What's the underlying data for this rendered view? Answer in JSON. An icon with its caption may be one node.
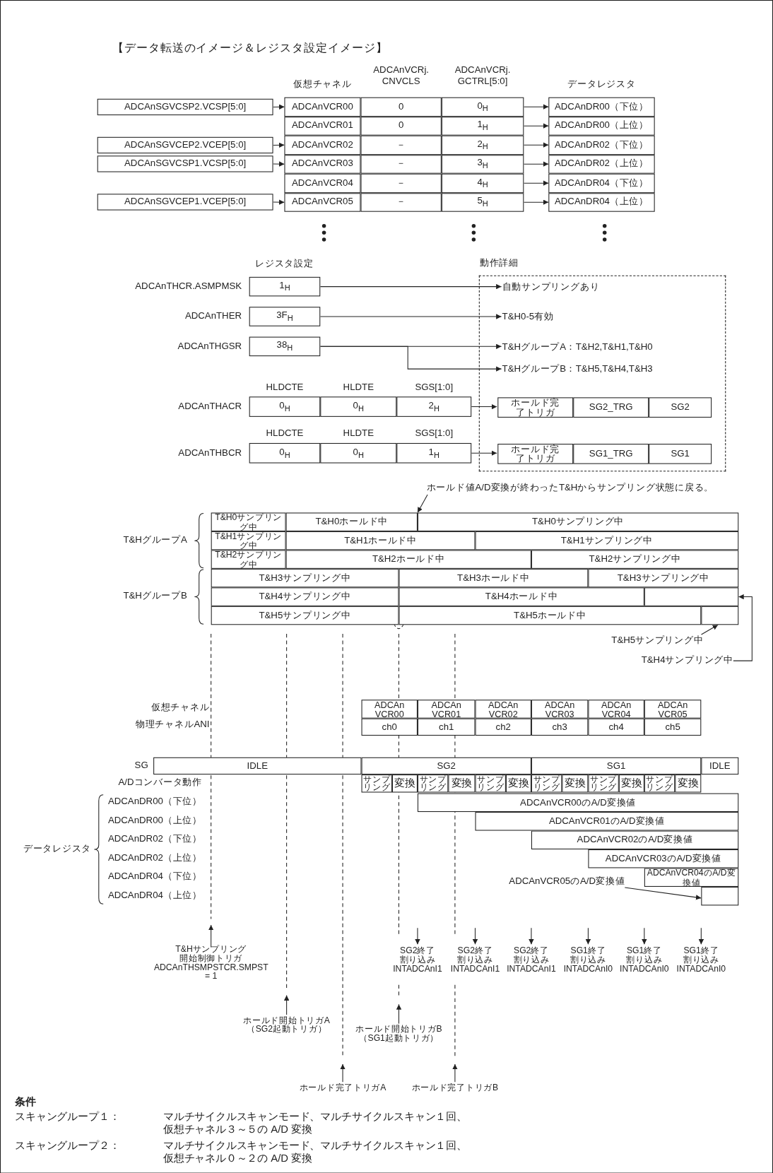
{
  "diagram": {
    "title": "【データ転送のイメージ＆レジスタ設定イメージ】",
    "nodes": [
      {
        "text": [
          "ADCAnSGVCSP2.VCSP[5:0]"
        ]
      },
      {
        "text": [
          "ADCAnSGVCEP2.VCEP[5:0]"
        ]
      },
      {
        "text": [
          "ADCAnSGVCSP1.VCSP[5:0]"
        ]
      },
      {
        "text": [
          "ADCAnSGVCEP1.VCEP[5:0]"
        ]
      },
      {
        "text": [
          "ADCAnVCR00"
        ]
      },
      {
        "text": [
          "0"
        ]
      },
      {
        "text": [
          "0$_{H}$"
        ]
      },
      {
        "text": [
          "ADCAnVCR01"
        ]
      },
      {
        "text": [
          "0"
        ]
      },
      {
        "text": [
          "1$_{H}$"
        ]
      },
      {
        "text": [
          "ADCAnVCR02"
        ]
      },
      {
        "text": [
          "－"
        ]
      },
      {
        "text": [
          "2$_{H}$"
        ]
      },
      {
        "text": [
          "ADCAnVCR03"
        ]
      },
      {
        "text": [
          "－"
        ]
      },
      {
        "text": [
          "3$_{H}$"
        ]
      },
      {
        "text": [
          "ADCAnVCR04"
        ]
      },
      {
        "text": [
          "－"
        ]
      },
      {
        "text": [
          "4$_{H}$"
        ]
      },
      {
        "text": [
          "ADCAnVCR05"
        ]
      },
      {
        "text": [
          "－"
        ]
      },
      {
        "text": [
          "5$_{H}$"
        ]
      },
      {
        "text": [
          "ADCAnDR00（下位）"
        ]
      },
      {
        "text": [
          "ADCAnDR00（上位）"
        ]
      },
      {
        "text": [
          "ADCAnDR02（下位）"
        ]
      },
      {
        "text": [
          "ADCAnDR02（上位）"
        ]
      },
      {
        "text": [
          "ADCAnDR04（下位）"
        ]
      },
      {
        "text": [
          "ADCAnDR04（上位）"
        ]
      },
      {
        "text": [
          "1$_{H}$"
        ],
        "beside": [
          "ADCAnTHCR.ASMPMSK"
        ]
      },
      {
        "text": [
          "3F$_{H}$"
        ],
        "beside": [
          "ADCAnTHER"
        ]
      },
      {
        "text": [
          "38$_{H}$"
        ],
        "beside": [
          "ADCAnTHGSR"
        ]
      },
      {
        "text": [
          "0$_{H}$"
        ],
        "beside": [
          "ADCAnTHACR"
        ]
      },
      {
        "text": [
          "0$_{H}$"
        ]
      },
      {
        "text": [
          "2$_{H}$"
        ]
      },
      {
        "text": [
          "0$_{H}$"
        ],
        "beside": [
          "ADCAnTHBCR"
        ]
      },
      {
        "text": [
          "0$_{H}$"
        ]
      },
      {
        "text": [
          "1$_{H}$"
        ]
      },
      {
        "text": [
          "動作詳細"
        ]
      },
      {
        "text": [
          "自動サンプリングあり"
        ],
        "in": 37
      },
      {
        "text": [
          "T&H0-5有効"
        ],
        "in": 37
      },
      {
        "text": [
          "T&HグループA：T&H2,T&H1,T&H0"
        ],
        "in": 37
      },
      {
        "text": [
          "T&HグループB：T&H5,T&H4,T&H3"
        ],
        "in": 37
      },
      {
        "text": [
          "ホールド完了トリガ"
        ],
        "in": 37
      },
      {
        "text": [
          "SG2_TRG"
        ],
        "in": 37
      },
      {
        "text": [
          "SG2"
        ],
        "in": 37
      },
      {
        "text": [
          "ホールド完了トリガ"
        ],
        "in": 37
      },
      {
        "text": [
          "SG1_TRG"
        ],
        "in": 37
      },
      {
        "text": [
          "SG1"
        ],
        "in": 37
      },
      {
        "text": [
          "ホールド値A/D変換が終わったT&Hからサンプリング状態に戻る。"
        ]
      },
      {
        "text": [
          "T&H0サンプリング中"
        ]
      },
      {
        "text": [
          "T&H0ホールド中"
        ]
      },
      {
        "text": [
          "T&H0サンプリング中"
        ]
      },
      {
        "text": [
          "T&H1サンプリング中"
        ]
      },
      {
        "text": [
          "T&H1ホールド中"
        ]
      },
      {
        "text": [
          "T&H1サンプリング中"
        ]
      },
      {
        "text": [
          "T&H2サンプリング中"
        ]
      },
      {
        "text": [
          "T&H2ホールド中"
        ]
      },
      {
        "text": [
          "T&H2サンプリング中"
        ]
      },
      {
        "text": [
          "T&H3サンプリング中"
        ]
      },
      {
        "text": [
          "T&H3ホールド中"
        ]
      },
      {
        "text": [
          "T&H3サンプリング中"
        ]
      },
      {
        "text": [
          "T&H4サンプリング中"
        ]
      },
      {
        "text": [
          "T&H4ホールド中"
        ]
      },
      {
        "text": [],
        "shape": "box"
      },
      {
        "text": [
          "T&H5サンプリング中"
        ]
      },
      {
        "text": [
          "T&H5ホールド中"
        ]
      },
      {
        "text": [],
        "shape": "box"
      },
      {
        "text": [
          "T&H4サンプリング中"
        ]
      },
      {
        "text": [
          "T&H5サンプリング中"
        ]
      },
      {
        "text": [
          "ADCAn VCR00"
        ]
      },
      {
        "text": [
          "ADCAn VCR01"
        ]
      },
      {
        "text": [
          "ADCAn VCR02"
        ]
      },
      {
        "text": [
          "ADCAn VCR03"
        ]
      },
      {
        "text": [
          "ADCAn VCR04"
        ]
      },
      {
        "text": [
          "ADCAn VCR05"
        ]
      },
      {
        "text": [
          "ch0"
        ]
      },
      {
        "text": [
          "ch1"
        ]
      },
      {
        "text": [
          "ch2"
        ]
      },
      {
        "text": [
          "ch3"
        ]
      },
      {
        "text": [
          "ch4"
        ]
      },
      {
        "text": [
          "ch5"
        ]
      },
      {
        "text": [
          "IDLE"
        ]
      },
      {
        "text": [
          "SG2"
        ]
      },
      {
        "text": [
          "SG1"
        ]
      },
      {
        "text": [
          "IDLE"
        ]
      },
      {
        "text": [
          "サンプリング"
        ]
      },
      {
        "text": [
          "変換"
        ]
      },
      {
        "text": [
          "サンプリング"
        ]
      },
      {
        "text": [
          "変換"
        ]
      },
      {
        "text": [
          "サンプリング"
        ]
      },
      {
        "text": [
          "変換"
        ]
      },
      {
        "text": [
          "サンプリング"
        ]
      },
      {
        "text": [
          "変換"
        ]
      },
      {
        "text": [
          "サンプリング"
        ]
      },
      {
        "text": [
          "変換"
        ]
      },
      {
        "text": [
          "サンプリング"
        ]
      },
      {
        "text": [
          "変換"
        ]
      },
      {
        "text": [
          "ADCAnVCR00のA/D変換値"
        ]
      },
      {
        "text": [
          "ADCAnVCR01のA/D変換値"
        ]
      },
      {
        "text": [
          "ADCAnVCR02のA/D変換値"
        ]
      },
      {
        "text": [
          "ADCAnVCR03のA/D変換値"
        ]
      },
      {
        "text": [
          "ADCAnVCR04のA/D変換値"
        ]
      },
      {
        "text": [],
        "shape": "box"
      },
      {
        "text": [
          "ADCAnVCR05のA/D変換値"
        ]
      },
      {
        "text": [
          "T&Hサンプリング開始制御トリガ",
          "ADCAnTHSMPSTCR.SMPST = 1"
        ]
      },
      {
        "text": [
          "SG2終了割り込み",
          "INTADCAnI1"
        ]
      },
      {
        "text": [
          "SG2終了割り込み",
          "INTADCAnI1"
        ]
      },
      {
        "text": [
          "SG2終了割り込み",
          "INTADCAnI1"
        ]
      },
      {
        "text": [
          "SG1終了割り込み",
          "INTADCAnI0"
        ]
      },
      {
        "text": [
          "SG1終了割り込み",
          "INTADCAnI0"
        ]
      },
      {
        "text": [
          "SG1終了割り込み",
          "INTADCAnI0"
        ]
      },
      {
        "text": [
          "ホールド開始トリガA",
          "（SG2起動トリガ）"
        ]
      },
      {
        "text": [
          "ホールド開始トリガB",
          "（SG1起動トリガ）"
        ]
      },
      {
        "text": [
          "ホールド完了トリガA"
        ]
      },
      {
        "text": [
          "ホールド完了トリガB"
        ]
      }
    ],
    "edges": [
      {
        "from": 0,
        "to": 4,
        "arrow": "to"
      },
      {
        "from": 1,
        "to": 10,
        "arrow": "to"
      },
      {
        "from": 2,
        "to": 13,
        "arrow": "to"
      },
      {
        "from": 3,
        "to": 19,
        "arrow": "to"
      },
      {
        "from": 6,
        "to": 22,
        "arrow": "to"
      },
      {
        "from": 9,
        "to": 23,
        "arrow": "to"
      },
      {
        "from": 12,
        "to": 24,
        "arrow": "to"
      },
      {
        "from": 15,
        "to": 25,
        "arrow": "to"
      },
      {
        "from": 18,
        "to": 26,
        "arrow": "to"
      },
      {
        "from": 21,
        "to": 27,
        "arrow": "to"
      },
      {
        "from": 28,
        "to": 38,
        "arrow": "to"
      },
      {
        "from": 29,
        "to": 39,
        "arrow": "to"
      },
      {
        "from": 30,
        "to": 40,
        "arrow": "to"
      },
      {
        "from": 30,
        "to": 41,
        "arrow": "to"
      },
      {
        "from": 33,
        "to": 42,
        "arrow": "to"
      },
      {
        "from": 36,
        "to": 45,
        "arrow": "to"
      },
      {
        "from": 48,
        "to": 51,
        "arrow": "to"
      },
      {
        "from": 67,
        "to": 63,
        "arrow": "to"
      },
      {
        "from": 68,
        "to": 66,
        "arrow": "to"
      },
      {
        "from": 103,
        "to": 102,
        "arrow": "to"
      },
      {
        "from": 104,
        "to": null,
        "arrow": "to"
      },
      {
        "from": null,
        "to": 105,
        "arrow": "to"
      },
      {
        "from": null,
        "to": 106,
        "arrow": "to"
      },
      {
        "from": null,
        "to": 107,
        "arrow": "to"
      },
      {
        "from": null,
        "to": 108,
        "arrow": "to"
      },
      {
        "from": null,
        "to": 109,
        "arrow": "to"
      },
      {
        "from": null,
        "to": 110,
        "arrow": "to"
      },
      {
        "from": 111,
        "to": null,
        "arrow": "to"
      },
      {
        "from": 112,
        "to": null,
        "arrow": "to"
      },
      {
        "from": 113,
        "to": null,
        "arrow": "to"
      },
      {
        "from": 114,
        "to": null,
        "arrow": "to"
      }
    ],
    "labels": [
      "仮想チャネル",
      "ADCAnVCRj. CNVCLS",
      "ADCAnVCRj. GCTRL[5:0]",
      "データレジスタ",
      "レジスタ設定",
      "HLDCTE",
      "HLDTE",
      "SGS[1:0]",
      "HLDCTE",
      "HLDTE",
      "SGS[1:0]",
      "T&HグループA",
      "T&HグループB",
      "仮想チャネル",
      "物理チャネルANI",
      "SG",
      "A/Dコンバータ動作",
      "ADCAnDR00（下位）",
      "ADCAnDR00（上位）",
      "ADCAnDR02（下位）",
      "ADCAnDR02（上位）",
      "ADCAnDR04（下位）",
      "ADCAnDR04（上位）",
      "データレジスタ",
      "条件",
      "スキャングループ１：",
      "マルチサイクルスキャンモード、マルチサイクルスキャン１回、仮想チャネル３～５の A/D 変換",
      "スキャングループ２：",
      "マルチサイクルスキャンモード、マルチサイクルスキャン１回、仮想チャネル０～２の A/D 変換"
    ]
  }
}
